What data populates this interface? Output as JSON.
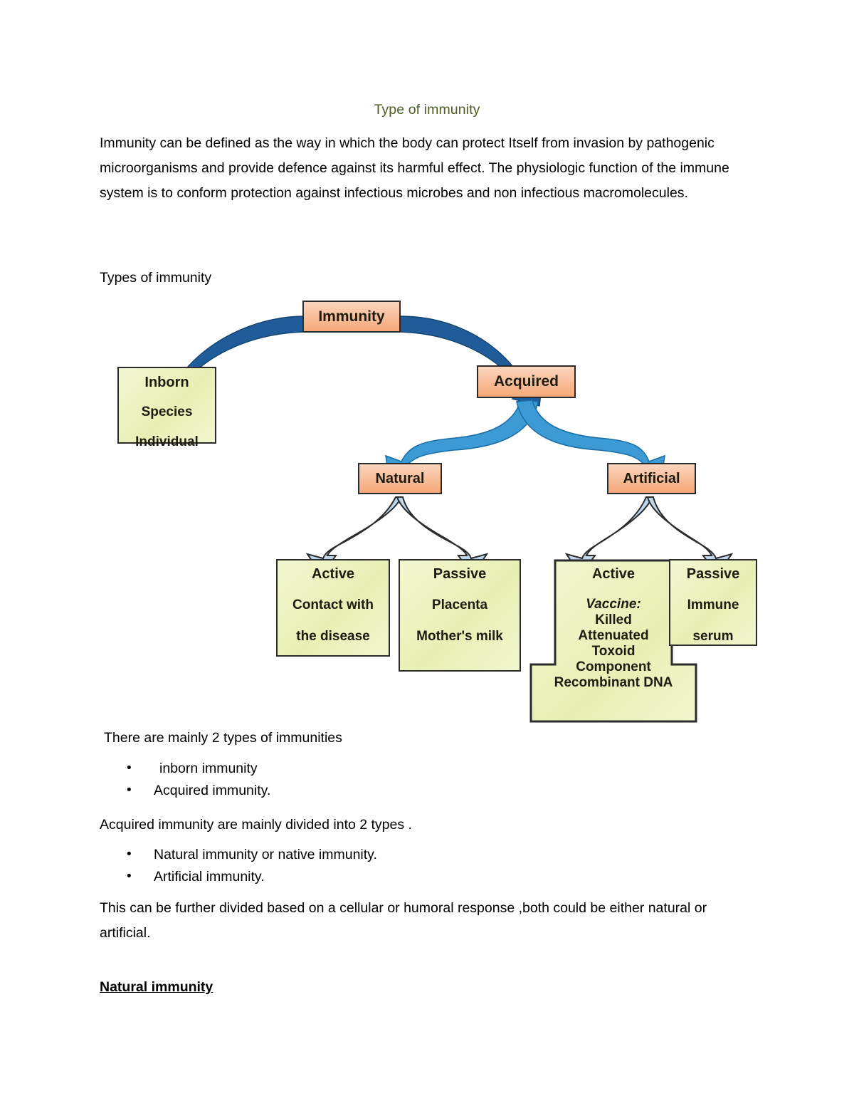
{
  "document": {
    "title": "Type of immunity",
    "title_color": "#4A5D23",
    "intro_paragraph": "Immunity can be defined as the way in which the body can protect  Itself from invasion by pathogenic microorganisms and provide defence against its harmful effect. The physiologic function of the immune system is to  conform protection against infectious microbes and non infectious macromolecules.",
    "types_label": "Types of immunity",
    "there_are_line": "There are mainly 2 types of immunities",
    "list_one": [
      " inborn immunity",
      "Acquired immunity."
    ],
    "acquired_line": "Acquired immunity are mainly divided into 2 types .",
    "list_two": [
      "Natural immunity or native immunity.",
      "Artificial immunity."
    ],
    "further_line": "This can be further divided based on a cellular or humoral response ,both could be either natural or artificial.",
    "section_heading": "Natural immunity"
  },
  "diagram": {
    "name": "types-of-immunity-flowchart",
    "colors": {
      "peach_box": "#F6A878",
      "green_box": "#E8EFB4",
      "arrow_dark_blue": "#1F5C99",
      "arrow_mid_blue": "#3C9BD4",
      "arrow_light_blue": "#BDD7EE",
      "box_border": "#2b2b2b"
    },
    "nodes": {
      "immunity": {
        "title": "Immunity"
      },
      "inborn": {
        "title": "Inborn",
        "line1": "Species",
        "line2": "Individual"
      },
      "acquired": {
        "title": "Acquired"
      },
      "natural": {
        "title": "Natural"
      },
      "artificial": {
        "title": "Artificial"
      },
      "natural_active": {
        "title": "Active",
        "line1": "Contact with",
        "line2": "the disease"
      },
      "natural_passive": {
        "title": "Passive",
        "line1": "Placenta",
        "line2": "Mother's milk"
      },
      "artificial_active": {
        "title": "Active",
        "line1": "Vaccine:",
        "line2": "Killed",
        "line3": "Attenuated",
        "line4": "Toxoid",
        "line5": "Component",
        "line6": "Recombinant DNA"
      },
      "artificial_passive": {
        "title": "Passive",
        "line1": "Immune",
        "line2": "serum"
      }
    }
  }
}
